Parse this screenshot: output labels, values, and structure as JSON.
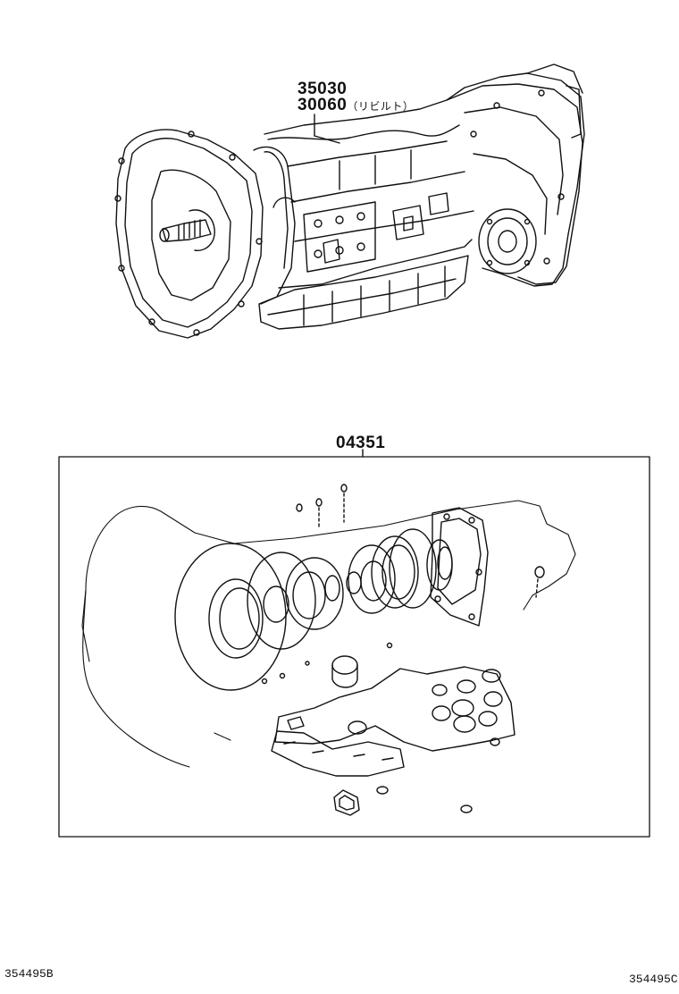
{
  "parts": {
    "upper": {
      "part_no_1": "35030",
      "part_no_2": "30060",
      "note": "（リビルト）"
    },
    "kit": {
      "part_no": "04351"
    }
  },
  "footer": {
    "ref_left": "354495B",
    "ref_right": "354495C"
  }
}
